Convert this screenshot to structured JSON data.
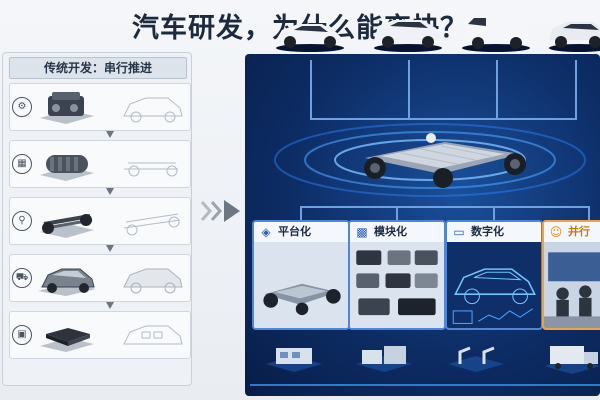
{
  "title": "汽车研发，为什么能变快？",
  "serial": {
    "header": "传统开发：串行推进",
    "stages": [
      {
        "icon": "engine-icon",
        "glyph": "⚙"
      },
      {
        "icon": "gearbox-icon",
        "glyph": "▦"
      },
      {
        "icon": "suspension-icon",
        "glyph": "⚲"
      },
      {
        "icon": "car-body-icon",
        "glyph": "⛟"
      },
      {
        "icon": "chip-icon",
        "glyph": "▣"
      }
    ]
  },
  "parallel": {
    "modules": [
      {
        "label": "平台化",
        "icon": "platform-icon",
        "glyph": "◈"
      },
      {
        "label": "模块化",
        "icon": "modules-icon",
        "glyph": "▩"
      },
      {
        "label": "数字化",
        "icon": "monitor-icon",
        "glyph": "▭"
      },
      {
        "label": "并行",
        "icon": "team-icon",
        "glyph": "☺"
      }
    ]
  },
  "colors": {
    "panel_dark": "#0d2d66",
    "module_border": "#4f86d6",
    "accent": "#f2a23a"
  }
}
